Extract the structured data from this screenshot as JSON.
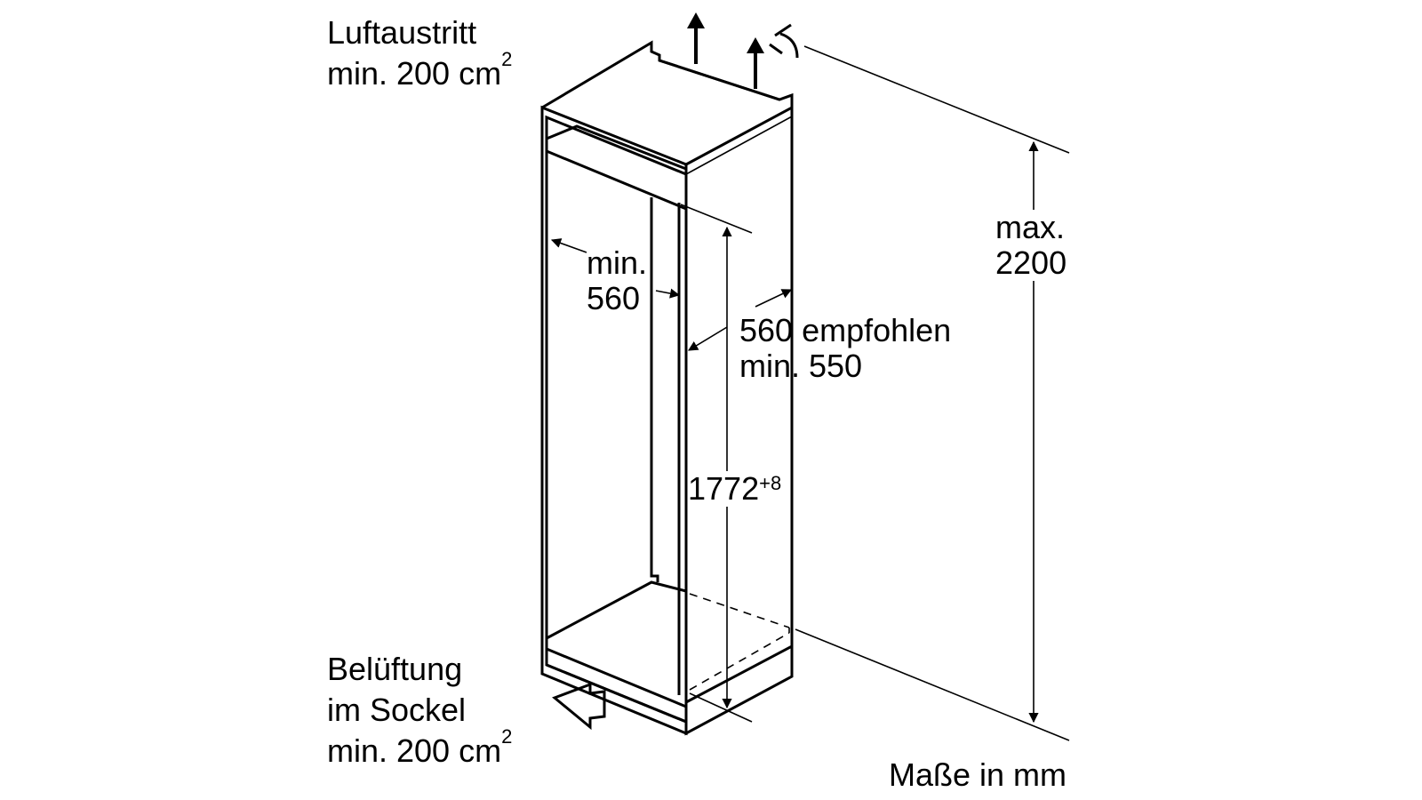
{
  "labels": {
    "air_outlet": {
      "line1": "Luftaustritt",
      "line2": "min. 200 cm",
      "sup": "2"
    },
    "ventilation": {
      "line1": "Belüftung",
      "line2": "im Sockel",
      "line3": "min. 200 cm",
      "sup": "2"
    },
    "width": {
      "line1": "min.",
      "line2": "560"
    },
    "depth": {
      "line1": "560 empfohlen",
      "line2": "min. 550"
    },
    "niche_height": {
      "value": "1772",
      "tolerance": "+8"
    },
    "max_height": {
      "line1": "max.",
      "line2": "2200"
    },
    "units": "Maße in mm"
  }
}
